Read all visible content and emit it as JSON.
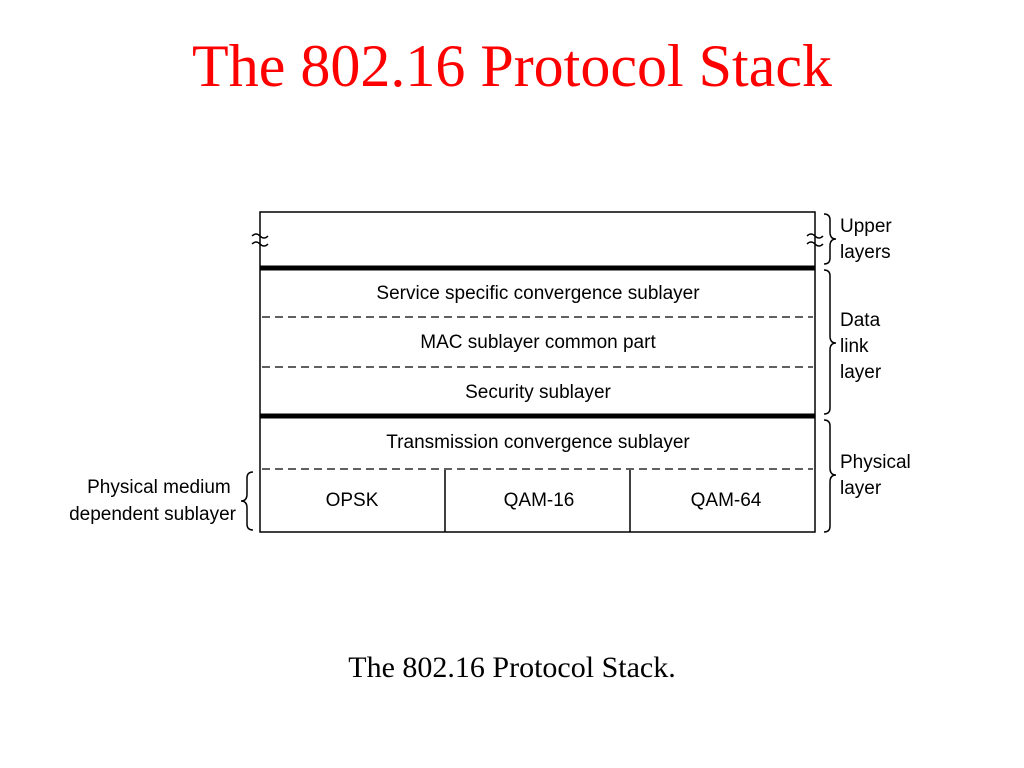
{
  "title": "The 802.16 Protocol Stack",
  "caption": "The 802.16 Protocol Stack.",
  "colors": {
    "title": "#ff0000",
    "line": "#000000"
  },
  "stack": {
    "rows": {
      "service_specific": "Service specific convergence sublayer",
      "mac_common": "MAC sublayer common part",
      "security": "Security sublayer",
      "transmission": "Transmission convergence sublayer"
    },
    "pmd_cells": [
      "OPSK",
      "QAM-16",
      "QAM-64"
    ]
  },
  "side_labels": {
    "upper": [
      "Upper",
      "layers"
    ],
    "data_link": [
      "Data",
      "link",
      "layer"
    ],
    "physical": [
      "Physical",
      "layer"
    ],
    "pmd": [
      "Physical medium",
      "dependent sublayer"
    ]
  }
}
